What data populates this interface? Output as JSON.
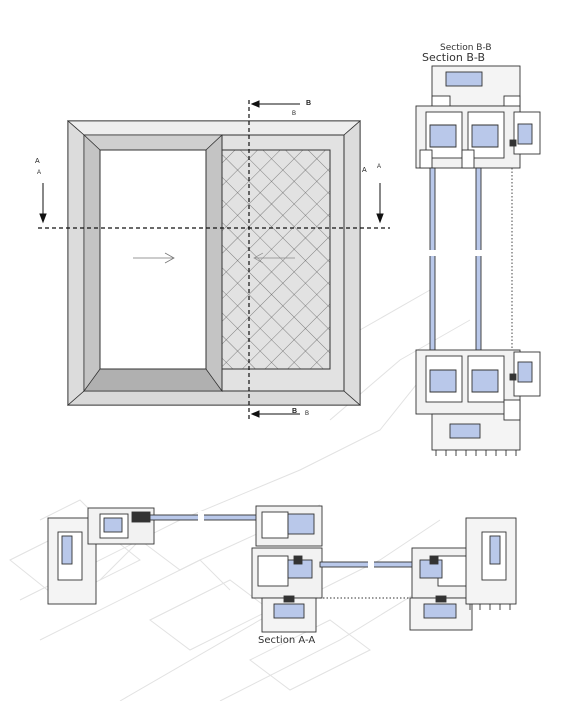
{
  "labels": {
    "section_bb_small": "Section B-B",
    "section_bb_large": "Section B-B",
    "section_aa": "Section A-A",
    "cut_b_top_1": "B",
    "cut_b_top_2": "B",
    "cut_b_bot_1": "B",
    "cut_b_bot_2": "B",
    "cut_a_left_1": "A",
    "cut_a_left_2": "A",
    "cut_a_right_1": "A",
    "cut_a_right_2": "A"
  },
  "icons": {
    "sash_arrow": "right-arrow-icon",
    "cut_arrow": "arrow-icon"
  },
  "colors": {
    "frame_outer": "#e6e6e6",
    "frame_inner": "#bdbdbd",
    "glass": "#b9c8ea",
    "line": "#333333",
    "watermark": "#e2e2e2"
  }
}
